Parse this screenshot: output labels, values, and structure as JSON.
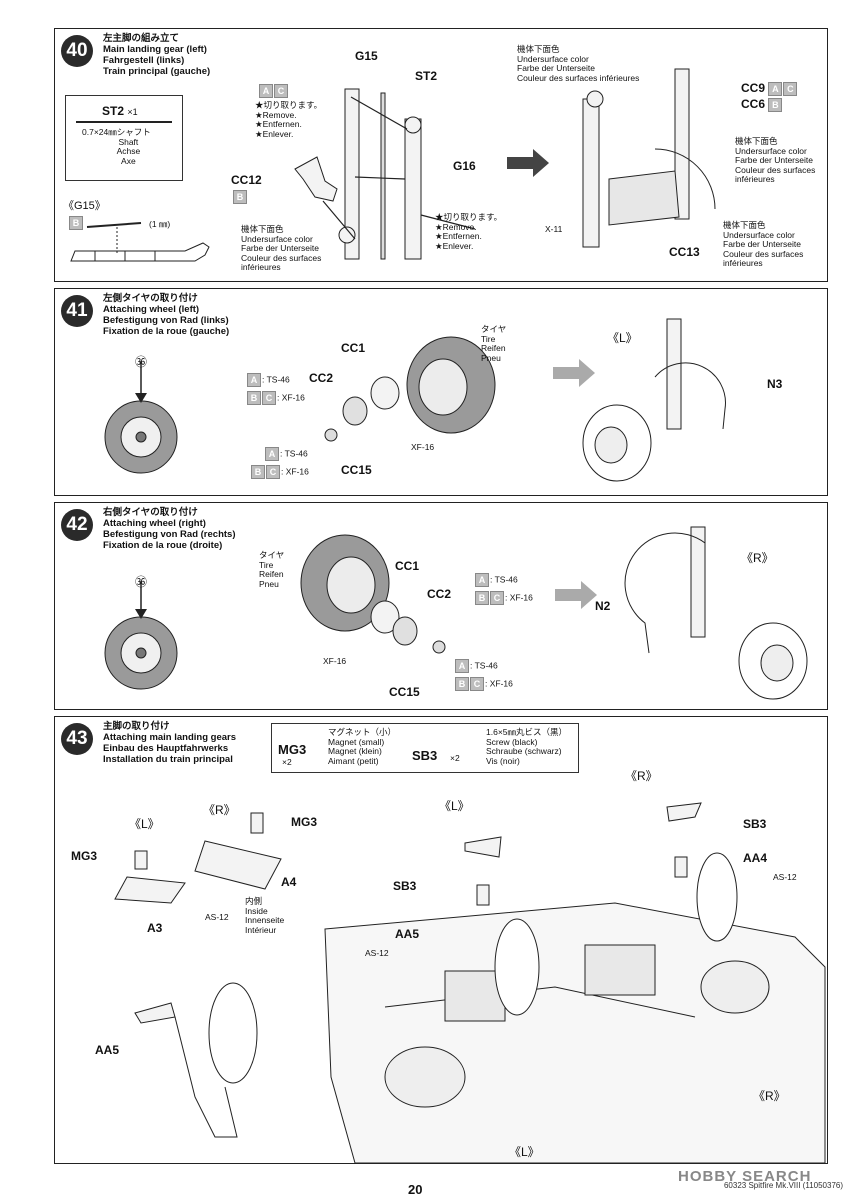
{
  "step40": {
    "number": "40",
    "title": [
      "左主脚の組み立て",
      "Main landing gear (left)",
      "Fahrgestell (links)",
      "Train principal (gauche)"
    ],
    "st2": {
      "name": "ST2",
      "qty": "×1",
      "spec": "0.7×24㎜シャフト",
      "desc": [
        "Shaft",
        "Achse",
        "Axe"
      ]
    },
    "g15_label": "《G15》",
    "tag_b": "B",
    "mm": "(1 ㎜)",
    "parts": {
      "g15": "G15",
      "st2": "ST2",
      "g16": "G16",
      "cc12": "CC12",
      "cc9": "CC9",
      "cc6": "CC6",
      "cc13": "CC13",
      "x11": "X-11"
    },
    "tags": {
      "a": "A",
      "c": "C",
      "b": "B"
    },
    "remove": [
      "★切り取ります。",
      "★Remove.",
      "★Entfernen.",
      "★Enlever."
    ],
    "underside": [
      "機体下面色",
      "Undersurface color",
      "Farbe der Unterseite",
      "Couleur des surfaces",
      "inférieures"
    ],
    "underside_top": [
      "機体下面色",
      "Undersurface color",
      "Farbe der Unterseite",
      "Couleur des surfaces inférieures"
    ]
  },
  "step41": {
    "number": "41",
    "title": [
      "左側タイヤの取り付け",
      "Attaching wheel (left)",
      "Befestigung von Rad (links)",
      "Fixation de la roue (gauche)"
    ],
    "circle_num": "㊱",
    "tire": [
      "タイヤ",
      "Tire",
      "Reifen",
      "Pneu"
    ],
    "parts": {
      "cc1": "CC1",
      "cc2": "CC2",
      "cc15": "CC15",
      "n3": "N3",
      "side": "《L》"
    },
    "ts46": "TS-46",
    "xf16": "XF-16"
  },
  "step42": {
    "number": "42",
    "title": [
      "右側タイヤの取り付け",
      "Attaching wheel (right)",
      "Befestigung von Rad (rechts)",
      "Fixation de la roue (droite)"
    ],
    "circle_num": "㊱",
    "tire": [
      "タイヤ",
      "Tire",
      "Reifen",
      "Pneu"
    ],
    "parts": {
      "cc1": "CC1",
      "cc2": "CC2",
      "cc15": "CC15",
      "n2": "N2",
      "side": "《R》"
    },
    "ts46": "TS-46",
    "xf16": "XF-16"
  },
  "step43": {
    "number": "43",
    "title": [
      "主脚の取り付け",
      "Attaching main landing gears",
      "Einbau des Hauptfahrwerks",
      "Installation du train principal"
    ],
    "mg3": {
      "name": "MG3",
      "qty": "×2",
      "desc": [
        "マグネット（小）",
        "Magnet (small)",
        "Magnet (klein)",
        "Aimant (petit)"
      ]
    },
    "sb3": {
      "name": "SB3",
      "qty": "×2",
      "desc": [
        "1.6×5㎜丸ビス（黒）",
        "Screw (black)",
        "Schraube (schwarz)",
        "Vis (noir)"
      ]
    },
    "inside": [
      "内側",
      "Inside",
      "Innenseite",
      "Intérieur"
    ],
    "parts": {
      "l": "《L》",
      "r": "《R》",
      "mg3": "MG3",
      "a3": "A3",
      "a4": "A4",
      "aa4": "AA4",
      "aa5": "AA5",
      "sb3": "SB3",
      "as12": "AS-12"
    }
  },
  "footer": {
    "page": "20",
    "caption": "60323  Spitfire Mk.VIII (11050376)",
    "watermark": "HOBBY SEARCH"
  }
}
